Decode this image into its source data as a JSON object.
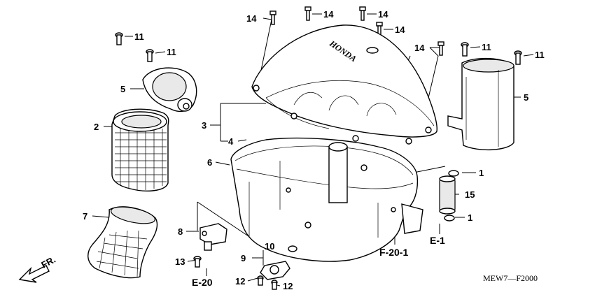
{
  "callouts": [
    {
      "id": "c14a",
      "text": "14"
    },
    {
      "id": "c14b",
      "text": "14"
    },
    {
      "id": "c14c",
      "text": "14"
    },
    {
      "id": "c14d",
      "text": "14"
    },
    {
      "id": "c14e",
      "text": "14"
    },
    {
      "id": "c11a",
      "text": "11"
    },
    {
      "id": "c11b",
      "text": "11"
    },
    {
      "id": "c11c",
      "text": "11"
    },
    {
      "id": "c11d",
      "text": "11"
    },
    {
      "id": "c5a",
      "text": "5"
    },
    {
      "id": "c5b",
      "text": "5"
    },
    {
      "id": "c3",
      "text": "3"
    },
    {
      "id": "c2",
      "text": "2"
    },
    {
      "id": "c4",
      "text": "4"
    },
    {
      "id": "c6",
      "text": "6"
    },
    {
      "id": "c1a",
      "text": "1"
    },
    {
      "id": "c15",
      "text": "15"
    },
    {
      "id": "c1b",
      "text": "1"
    },
    {
      "id": "c7",
      "text": "7"
    },
    {
      "id": "c8",
      "text": "8"
    },
    {
      "id": "c10",
      "text": "10"
    },
    {
      "id": "c9",
      "text": "9"
    },
    {
      "id": "c13",
      "text": "13"
    },
    {
      "id": "c12a",
      "text": "12"
    },
    {
      "id": "c12b",
      "text": "12"
    }
  ],
  "refs": {
    "e1": "E-1",
    "f201": "F-20-1",
    "e20": "E-20"
  },
  "direction_label": "FR.",
  "diagram_code": "MEW7—F2000",
  "brand_text": "HONDA"
}
